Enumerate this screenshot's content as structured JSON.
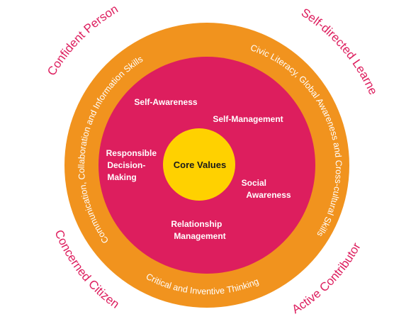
{
  "colors": {
    "outer_ring": "#F1931E",
    "inner_ring": "#DD1E5E",
    "core": "#FFD100",
    "outcome_text": "#DD1E5E",
    "ring_text": "#ffffff",
    "core_text": "#1a1a1a",
    "background": "#ffffff"
  },
  "outcomes": {
    "top_left": "Confident Person",
    "top_right": "Self-directed Learner",
    "bottom_left": "Concerned Citizen",
    "bottom_right": "Active Contributor"
  },
  "outer_ring": {
    "left": "Communication, Collaboration and Information Skills",
    "right": "Civic Literacy, Global Awareness and Cross-cultural Skills",
    "bottom": "Critical and Inventive Thinking"
  },
  "competencies": {
    "self_awareness": "Self-Awareness",
    "self_management": "Self-Management",
    "responsible_decision_making": [
      "Responsible",
      "Decision-",
      "Making"
    ],
    "social_awareness": [
      "Social",
      "Awareness"
    ],
    "relationship_management": [
      "Relationship",
      "Management"
    ]
  },
  "core": {
    "label": "Core Values"
  }
}
